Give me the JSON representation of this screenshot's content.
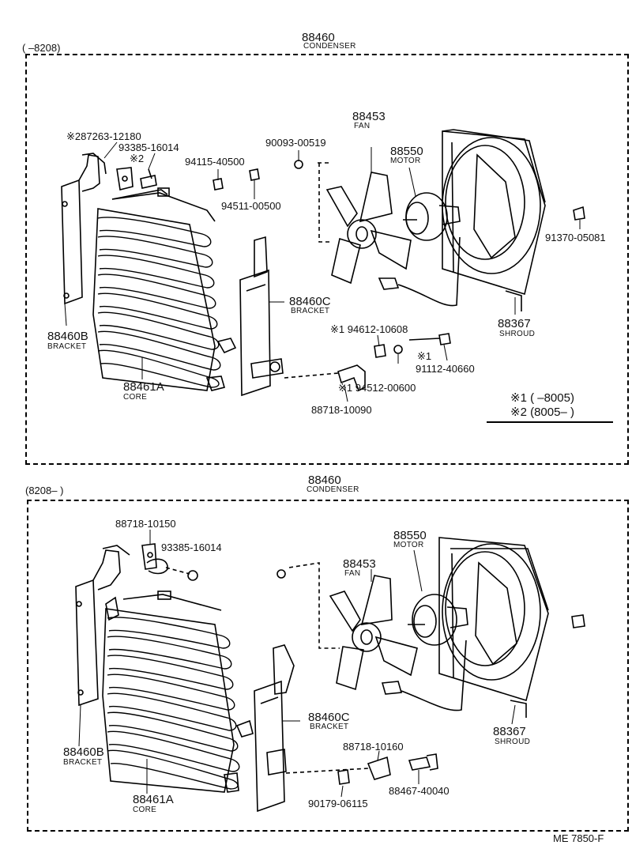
{
  "sections": [
    {
      "range": "(     –8208)",
      "condenser_pn": "88460",
      "condenser_name": "CONDENSER",
      "fan_pn": "88453",
      "fan_name": "FAN",
      "motor_pn": "88550",
      "motor_name": "MOTOR",
      "bracket_c_pn": "88460C",
      "bracket_c_name": "BRACKET",
      "bracket_b_pn": "88460B",
      "bracket_b_name": "BRACKET",
      "core_pn": "88461A",
      "core_name": "CORE",
      "shroud_pn": "88367",
      "shroud_name": "SHROUD",
      "parts": {
        "p287263": "※287263-12180",
        "p93385": "93385-16014",
        "note2": "※2",
        "p94115": "94115-40500",
        "p94511": "94511-00500",
        "p90093": "90093-00519",
        "p91370": "91370-05081",
        "p94612": "※1 94612-10608",
        "note1": "※1",
        "p91112": "91112-40660",
        "p94512": "※1 94512-00600",
        "p88718": "88718-10090"
      },
      "legend": [
        "※1 (        –8005)",
        "※2 (8005–       )"
      ]
    },
    {
      "range": "(8208–      )",
      "condenser_pn": "88460",
      "condenser_name": "CONDENSER",
      "fan_pn": "88453",
      "fan_name": "FAN",
      "motor_pn": "88550",
      "motor_name": "MOTOR",
      "bracket_c_pn": "88460C",
      "bracket_c_name": "BRACKET",
      "bracket_b_pn": "88460B",
      "bracket_b_name": "BRACKET",
      "core_pn": "88461A",
      "core_name": "CORE",
      "shroud_pn": "88367",
      "shroud_name": "SHROUD",
      "parts": {
        "p88718a": "88718-10150",
        "p93385": "93385-16014",
        "p88718b": "88718-10160",
        "p90179": "90179-06115",
        "p88467": "88467-40040"
      }
    }
  ],
  "footer_code": "ME  7850-F"
}
